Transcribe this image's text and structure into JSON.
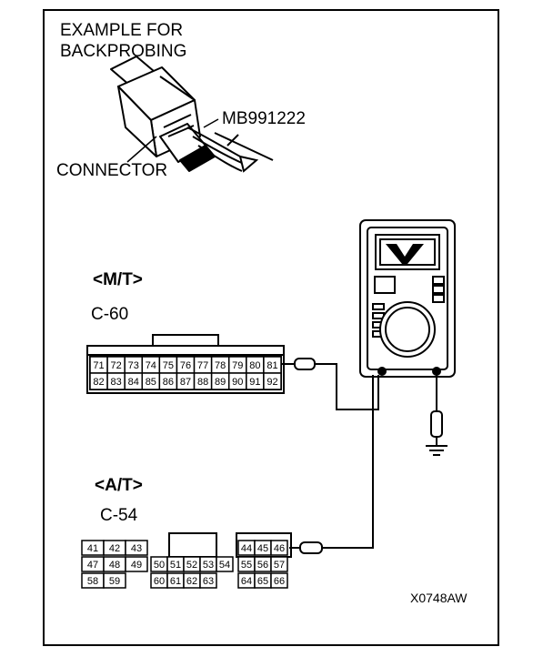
{
  "example": {
    "title_line1": "EXAMPLE FOR",
    "title_line2": "BACKPROBING",
    "tool": "MB991222",
    "connector_label": "CONNECTOR"
  },
  "mt": {
    "heading": "<M/T>",
    "connector_id": "C-60",
    "row1": [
      "71",
      "72",
      "73",
      "74",
      "75",
      "76",
      "77",
      "78",
      "79",
      "80",
      "81"
    ],
    "row2": [
      "82",
      "83",
      "84",
      "85",
      "86",
      "87",
      "88",
      "89",
      "90",
      "91",
      "92"
    ]
  },
  "at": {
    "heading": "<A/T>",
    "connector_id": "C-54",
    "left_row1": [
      "41",
      "42",
      "43"
    ],
    "left_row2": [
      "47",
      "48",
      "49"
    ],
    "left_row3": [
      "58",
      "59"
    ],
    "mid_row2": [
      "50",
      "51",
      "52",
      "53",
      "54"
    ],
    "mid_row3": [
      "60",
      "61",
      "62",
      "63"
    ],
    "right_row1": [
      "44",
      "45",
      "46"
    ],
    "right_row2": [
      "55",
      "56",
      "57"
    ],
    "right_row3": [
      "64",
      "65",
      "66"
    ]
  },
  "figure_code": "X0748AW",
  "meter_display": "V"
}
